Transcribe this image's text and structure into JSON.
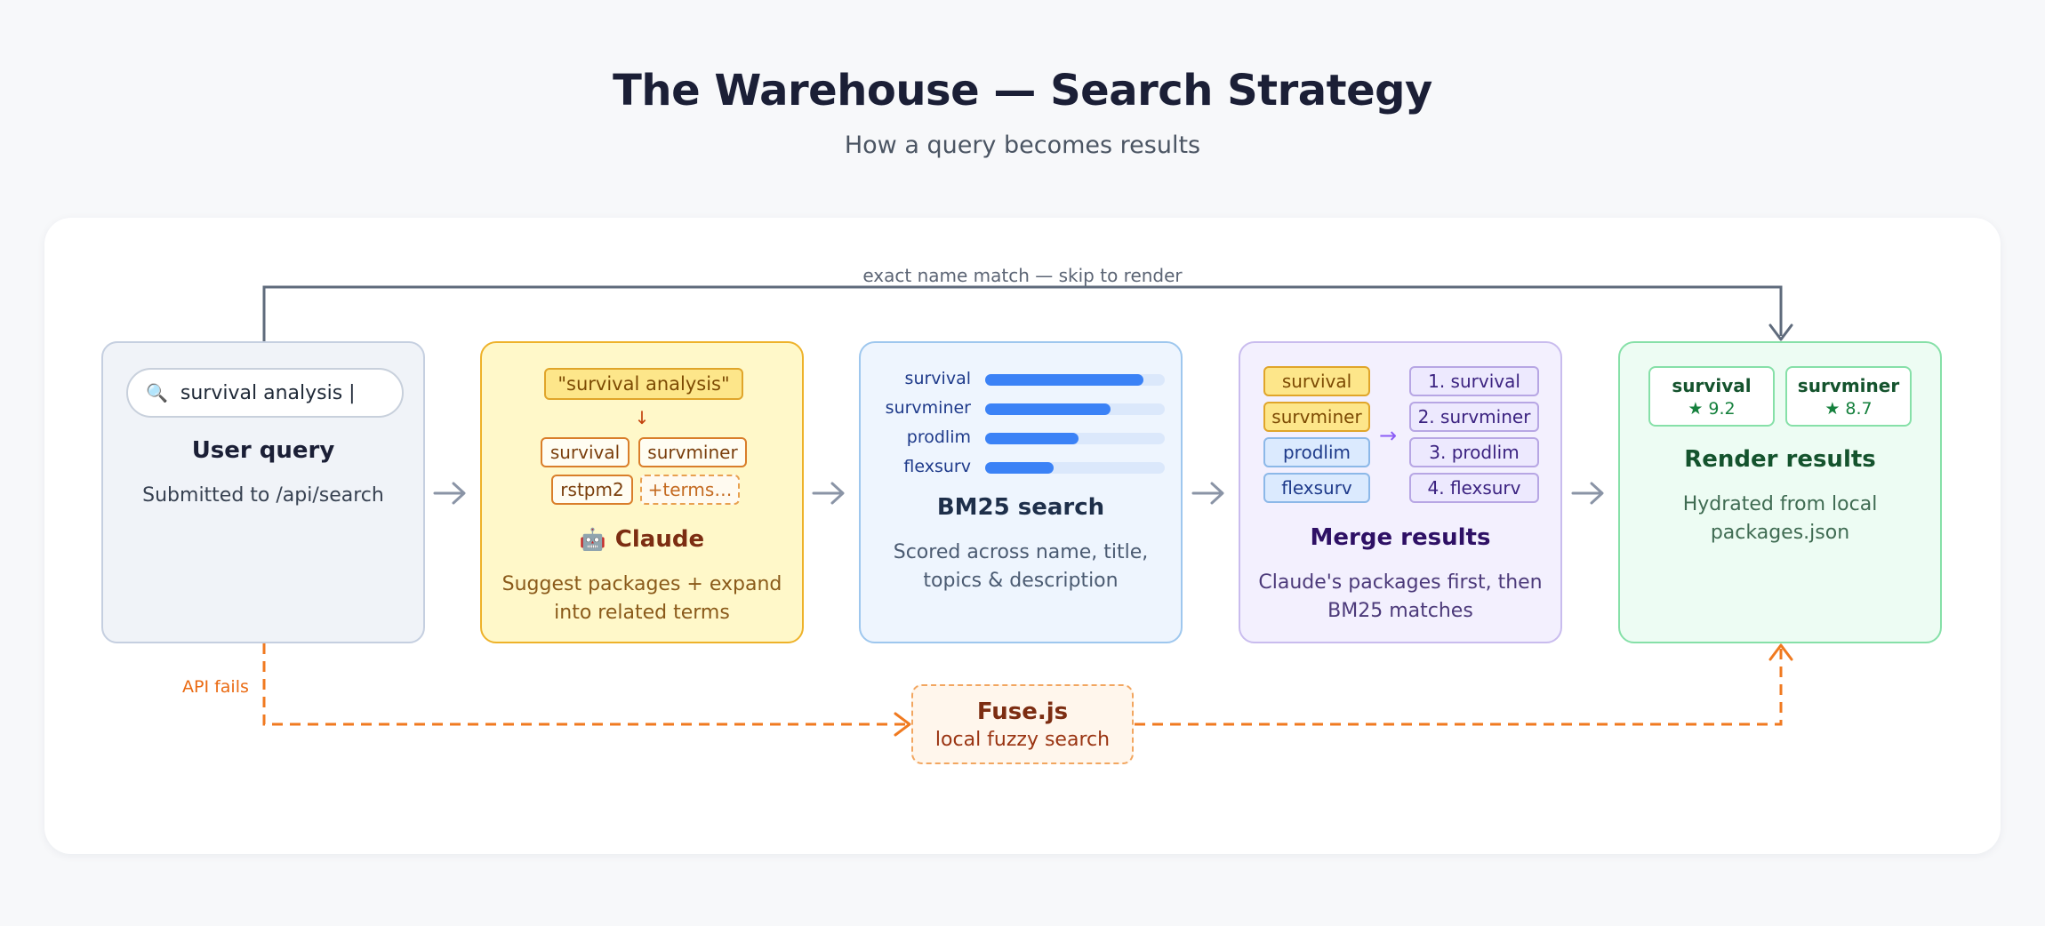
{
  "header": {
    "title": "The Warehouse — Search Strategy",
    "subtitle": "How a query becomes results"
  },
  "skip_label": "exact name match — skip to render",
  "api_fail_label": "API fails",
  "query": {
    "search_text": "survival analysis |",
    "title": "User query",
    "desc": "Submitted to /api/search",
    "icon": "magnifier-icon"
  },
  "claude": {
    "query_chip": "\"survival analysis\"",
    "terms": [
      "survival",
      "survminer",
      "rstpm2",
      "+terms…"
    ],
    "title": "Claude",
    "icon": "robot-icon",
    "desc": "Suggest packages + expand into related terms"
  },
  "bm25": {
    "bars": [
      {
        "label": "survival",
        "score": 0.88
      },
      {
        "label": "survminer",
        "score": 0.7
      },
      {
        "label": "prodlim",
        "score": 0.52
      },
      {
        "label": "flexsurv",
        "score": 0.38
      }
    ],
    "title": "BM25 search",
    "desc": "Scored across name, title, topics & description"
  },
  "merge": {
    "claude_items": [
      "survival",
      "survminer"
    ],
    "bm25_items": [
      "prodlim",
      "flexsurv"
    ],
    "ranked": [
      "1. survival",
      "2. survminer",
      "3. prodlim",
      "4. flexsurv"
    ],
    "title": "Merge results",
    "desc": "Claude's packages first, then BM25 matches"
  },
  "render": {
    "results": [
      {
        "name": "survival",
        "score": "★ 9.2"
      },
      {
        "name": "survminer",
        "score": "★ 8.7"
      }
    ],
    "title": "Render results",
    "desc": "Hydrated from local packages.json"
  },
  "fuse": {
    "title": "Fuse.js",
    "subtitle": "local fuzzy search"
  },
  "colors": {
    "flow_arrow": "#8a94a6",
    "skip_line": "#5f6b7c",
    "fallback_line": "#f07a20"
  }
}
